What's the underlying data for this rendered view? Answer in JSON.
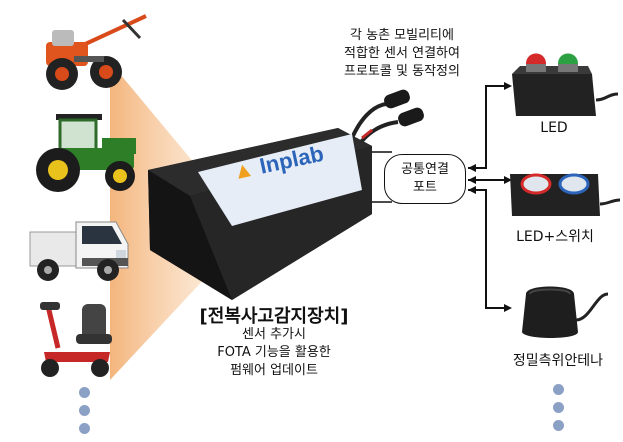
{
  "device": {
    "brand": "Inplab",
    "title": "[전복사고감지장치]",
    "desc_lines": [
      "센서 추가시",
      "FOTA 기능을 활용한",
      "펌웨어 업데이트"
    ]
  },
  "top_note": {
    "lines": [
      "각 농촌 모빌리티에",
      "적합한 센서 연결하여",
      "프로토콜 및 동작정의"
    ]
  },
  "port_box": {
    "lines": [
      "공통연결",
      "포트"
    ]
  },
  "outputs": [
    {
      "label": "LED"
    },
    {
      "label": "LED+스위치"
    },
    {
      "label": "정밀측위안테나"
    }
  ],
  "vehicles": [
    {
      "icon": "power-tiller-icon"
    },
    {
      "icon": "tractor-icon"
    },
    {
      "icon": "truck-icon"
    },
    {
      "icon": "mobility-scooter-icon"
    }
  ],
  "colors": {
    "beam": "#f6c99a",
    "device_body": "#222222",
    "device_label_bg": "#e6edf7",
    "brand_text": "#2b64b8",
    "brand_accent": "#f0a020",
    "dots": "#8aa0c4",
    "led_red": "#d42a2a",
    "led_green": "#2da043"
  }
}
